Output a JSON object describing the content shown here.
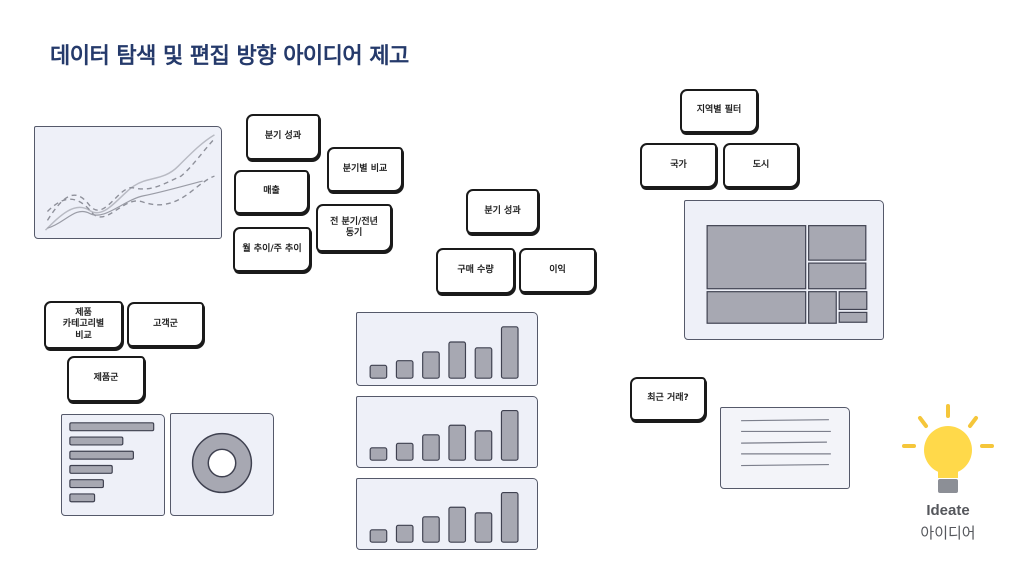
{
  "title": "데이터 탐색 및 편집 방향 아이디어 제고",
  "cards": {
    "quarter_performance_1": "분기 성과",
    "quarter_compare": "분기별 비교",
    "sales": "매출",
    "prev_quarter_yoy": "전 분기/전년\n동기",
    "month_week_trend": "월 추이/주 추이",
    "product_category_compare": "제품\n카테고리별\n비교",
    "customer_group": "고객군",
    "product_group": "제품군",
    "quarter_performance_2": "분기 성과",
    "purchase_qty": "구매 수량",
    "profit": "이익",
    "region_filter": "지역별 필터",
    "country": "국가",
    "city": "도시",
    "recent_deals": "최근 거래?"
  },
  "ideate": {
    "label_en": "Ideate",
    "label_ko": "아이디어"
  },
  "colors": {
    "title": "#253a6b",
    "panel_bg": "#eef0f8",
    "bar_fill": "#a7a8b2",
    "bulb": "#ffd94a",
    "bulb_ray": "#f5c63a"
  },
  "sketch_bar_levels": [
    0.22,
    0.3,
    0.45,
    0.62,
    0.52,
    0.88
  ],
  "sketch_hbar_levels": [
    0.95,
    0.6,
    0.72,
    0.48,
    0.38,
    0.28
  ]
}
